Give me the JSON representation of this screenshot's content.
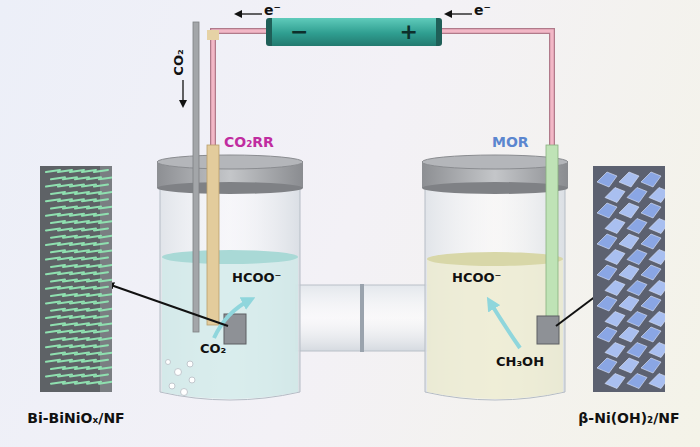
{
  "diagram": {
    "nodes": [
      {
        "text": [
          "−",
          "+"
        ]
      },
      {
        "text": [
          "Bi-BiNiOₓ/NF"
        ]
      },
      {
        "text": [
          "β-Ni(OH)₂/NF"
        ]
      }
    ],
    "labels": [
      "e⁻",
      "e⁻",
      "CO₂",
      "CO₂RR",
      "MOR",
      "HCOO⁻",
      "CO₂",
      "HCOO⁻",
      "CH₃OH"
    ]
  }
}
